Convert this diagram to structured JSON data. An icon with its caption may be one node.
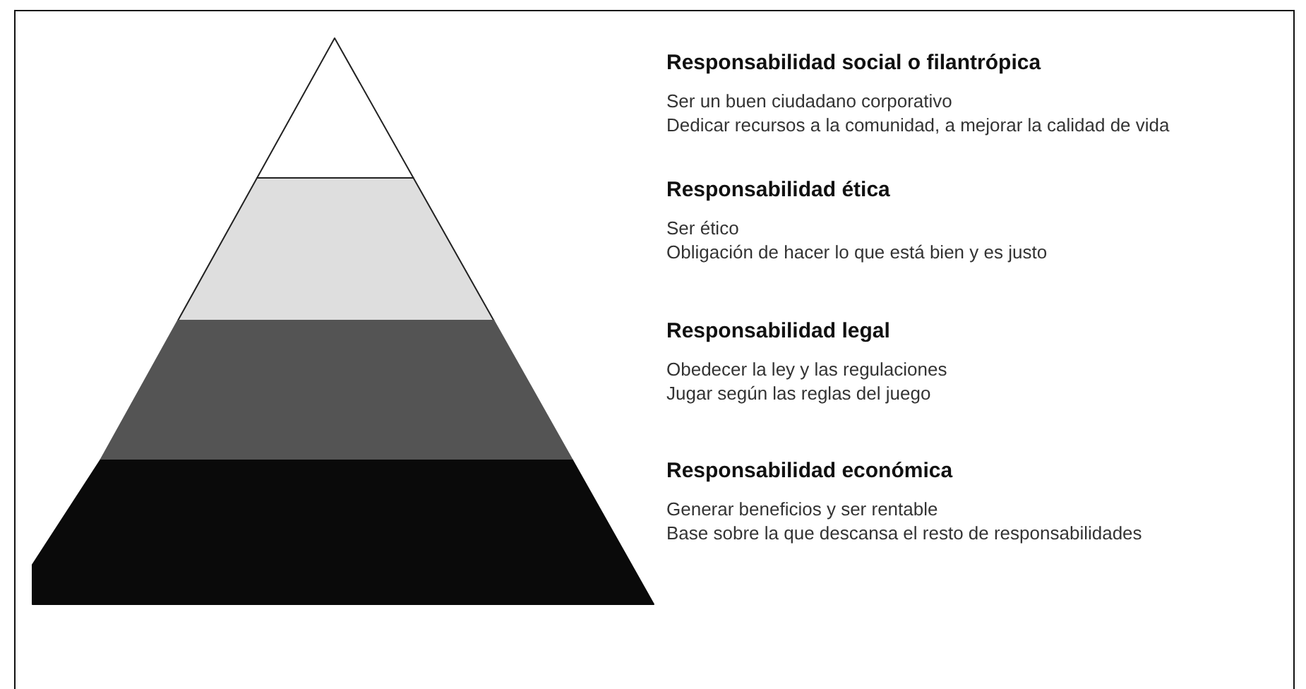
{
  "diagram": {
    "nodes": [
      {
        "text": [],
        "shape": "triangle",
        "beside": [
          "Responsabilidad social o filantrópica",
          "Ser un buen ciudadano corporativo",
          "Dedicar recursos a la comunidad, a mejorar la calidad de vida"
        ]
      },
      {
        "text": [],
        "shape": "trapezoid",
        "beside": [
          "Responsabilidad ética",
          "Ser ético",
          "Obligación de hacer lo que está bien y es justo"
        ]
      },
      {
        "text": [],
        "shape": "trapezoid",
        "beside": [
          "Responsabilidad legal",
          "Obedecer la ley y las regulaciones",
          "Jugar según las reglas del juego"
        ]
      },
      {
        "text": [],
        "shape": "trapezoid",
        "beside": [
          "Responsabilidad económica",
          "Generar beneficios y ser rentable",
          "Base sobre la que descansa el resto de responsabilidades"
        ]
      }
    ]
  }
}
